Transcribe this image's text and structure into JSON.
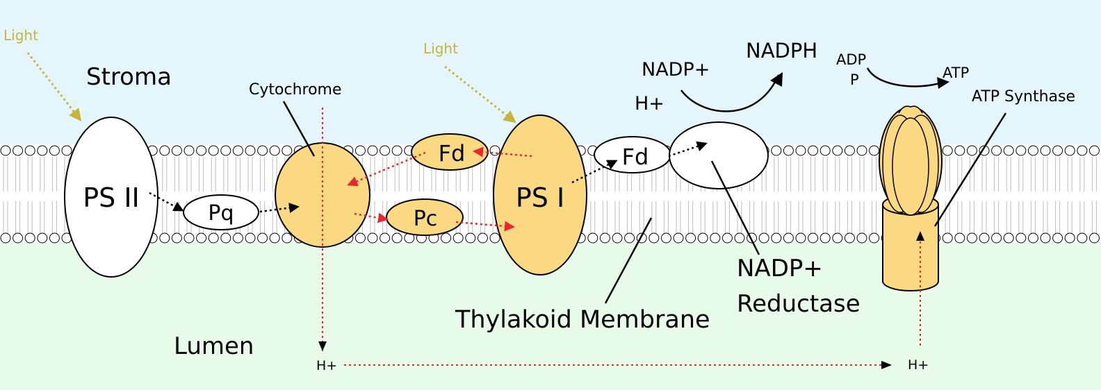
{
  "labels": {
    "light_left": "Light",
    "light_right": "Light",
    "stroma": "Stroma",
    "lumen": "Lumen",
    "cytochrome": "Cytochrome",
    "ps2": "PS II",
    "pq": "Pq",
    "fd_top": "Fd",
    "pc": "Pc",
    "ps1": "PS I",
    "fd_right": "Fd",
    "nadp_plus": "NADP+",
    "h_plus_top": "H+",
    "nadph": "NADPH",
    "adp": "ADP",
    "p": "P",
    "atp": "ATP",
    "atp_synthase": "ATP Synthase",
    "thylakoid_membrane": "Thylakoid Membrane",
    "nadp_reductase_line1": "NADP+",
    "nadp_reductase_line2": "Reductase",
    "h_plus_lumen_left": "H+",
    "h_plus_lumen_right": "H+"
  },
  "colors": {
    "stroma_bg": "#e4f6fc",
    "lumen_bg": "#e8fbe8",
    "protein_fill": "#fad982",
    "light_arrow": "#c8b43c",
    "proton_flow": "#e8272a",
    "electron_flow": "#000000",
    "membrane_line": "#bdbdbd"
  }
}
